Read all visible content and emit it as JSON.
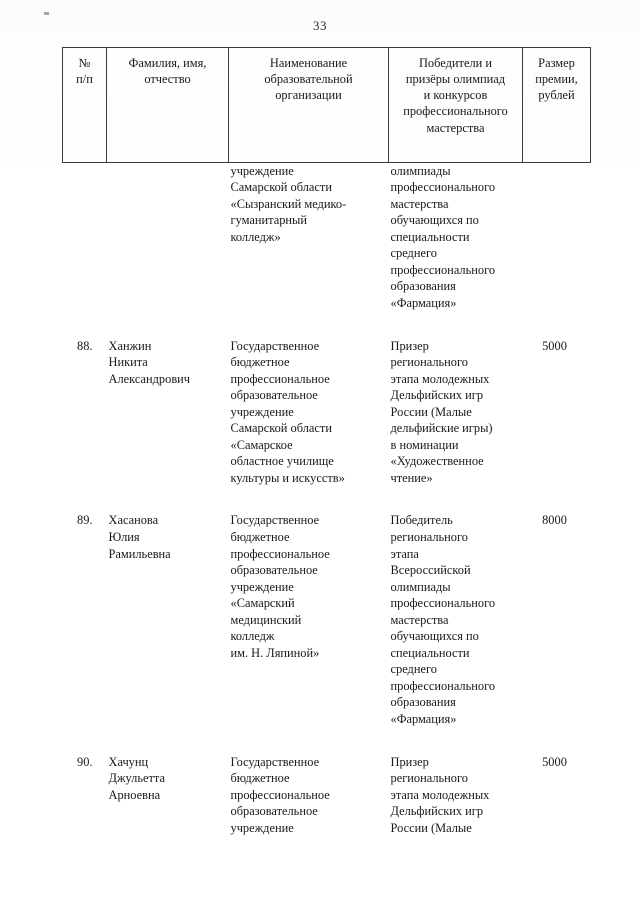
{
  "document": {
    "page_number": "33",
    "speck_mark": "scan-artifact"
  },
  "table": {
    "headers": [
      {
        "id": "num",
        "lines": [
          "№",
          "п/п"
        ]
      },
      {
        "id": "name",
        "lines": [
          "Фамилия, имя,",
          "отчество"
        ]
      },
      {
        "id": "org",
        "lines": [
          "Наименование",
          "образовательной",
          "организации"
        ]
      },
      {
        "id": "award",
        "lines": [
          "Победители и",
          "призёры олимпиад",
          "и конкурсов",
          "профессионального",
          "мастерства"
        ]
      },
      {
        "id": "prize",
        "lines": [
          "Размер",
          "премии,",
          "рублей"
        ]
      }
    ],
    "rows": [
      {
        "num": "",
        "name": [],
        "org": [
          "учреждение",
          "Самарской области",
          "«Сызранский медико-",
          "гуманитарный",
          "колледж»"
        ],
        "award": [
          "олимпиады",
          "профессионального",
          "мастерства",
          "обучающихся по",
          "специальности",
          "среднего",
          "профессионального",
          "образования",
          "«Фармация»"
        ],
        "prize": ""
      },
      {
        "num": "88.",
        "name": [
          "Ханжин",
          "Никита",
          "Александрович"
        ],
        "org": [
          "Государственное",
          "бюджетное",
          "профессиональное",
          "образовательное",
          "учреждение",
          "Самарской области",
          "«Самарское",
          "областное училище",
          "культуры и искусств»"
        ],
        "award": [
          "Призер",
          "регионального",
          "этапа молодежных",
          "Дельфийских игр",
          "России (Малые",
          "дельфийские игры)",
          "в номинации",
          "«Художественное",
          "чтение»"
        ],
        "prize": "5000"
      },
      {
        "num": "89.",
        "name": [
          "Хасанова",
          "Юлия",
          "Рамильевна"
        ],
        "org": [
          "Государственное",
          "бюджетное",
          "профессиональное",
          "образовательное",
          "учреждение",
          "«Самарский",
          "медицинский",
          "колледж",
          "им. Н. Ляпиной»"
        ],
        "award": [
          "Победитель",
          "регионального",
          "этапа",
          "Всероссийской",
          "олимпиады",
          "профессионального",
          "мастерства",
          "обучающихся по",
          "специальности",
          "среднего",
          "профессионального",
          "образования",
          "«Фармация»"
        ],
        "prize": "8000"
      },
      {
        "num": "90.",
        "name": [
          "Хачунц",
          "Джульетта",
          "Арноевна"
        ],
        "org": [
          "Государственное",
          "бюджетное",
          "профессиональное",
          "образовательное",
          "учреждение"
        ],
        "award": [
          "Призер",
          "регионального",
          "этапа молодежных",
          "Дельфийских игр",
          "России (Малые"
        ],
        "prize": "5000"
      }
    ]
  }
}
